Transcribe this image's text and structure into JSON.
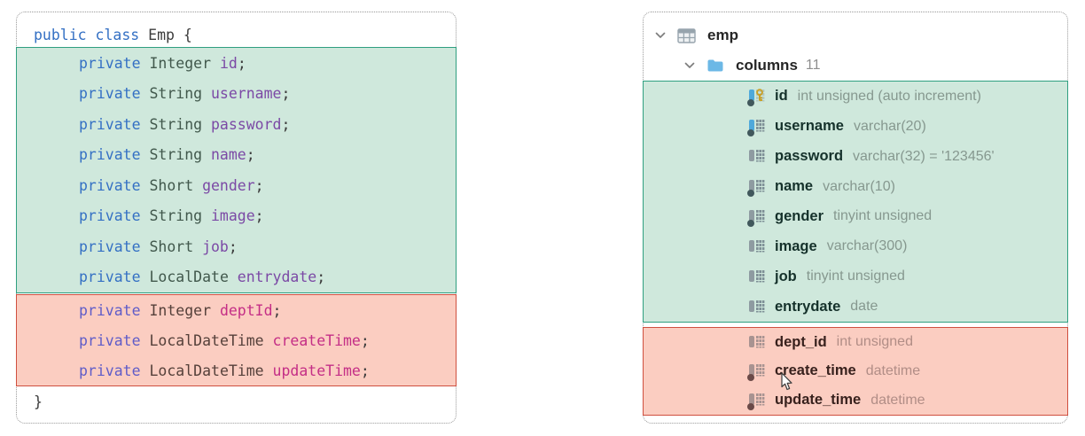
{
  "left_panel": {
    "class_declaration": {
      "keywords": "public class",
      "name": "Emp",
      "open_brace": "{"
    },
    "closing_brace": "}",
    "semicolon": ";",
    "green_fields": [
      {
        "keyword": "private",
        "type": "Integer",
        "name": "id"
      },
      {
        "keyword": "private",
        "type": "String",
        "name": "username"
      },
      {
        "keyword": "private",
        "type": "String",
        "name": "password"
      },
      {
        "keyword": "private",
        "type": "String",
        "name": "name"
      },
      {
        "keyword": "private",
        "type": "Short",
        "name": "gender"
      },
      {
        "keyword": "private",
        "type": "String",
        "name": "image"
      },
      {
        "keyword": "private",
        "type": "Short",
        "name": "job"
      },
      {
        "keyword": "private",
        "type": "LocalDate",
        "name": "entrydate"
      }
    ],
    "red_fields": [
      {
        "keyword": "private",
        "type": "Integer",
        "name": "deptId"
      },
      {
        "keyword": "private",
        "type": "LocalDateTime",
        "name": "createTime"
      },
      {
        "keyword": "private",
        "type": "LocalDateTime",
        "name": "updateTime"
      }
    ]
  },
  "right_panel": {
    "table_node": {
      "label": "emp",
      "icon": "table-icon",
      "expanded": true
    },
    "columns_node": {
      "label": "columns",
      "count": "11",
      "icon": "folder-icon",
      "expanded": true
    },
    "green_columns": [
      {
        "name": "id",
        "type": "int unsigned (auto increment)",
        "primary_key": true,
        "indexed": true,
        "not_null": true
      },
      {
        "name": "username",
        "type": "varchar(20)",
        "primary_key": false,
        "indexed": true,
        "not_null": true
      },
      {
        "name": "password",
        "type": "varchar(32) = '123456'",
        "primary_key": false,
        "indexed": false,
        "not_null": false
      },
      {
        "name": "name",
        "type": "varchar(10)",
        "primary_key": false,
        "indexed": false,
        "not_null": true
      },
      {
        "name": "gender",
        "type": "tinyint unsigned",
        "primary_key": false,
        "indexed": false,
        "not_null": true
      },
      {
        "name": "image",
        "type": "varchar(300)",
        "primary_key": false,
        "indexed": false,
        "not_null": false
      },
      {
        "name": "job",
        "type": "tinyint unsigned",
        "primary_key": false,
        "indexed": false,
        "not_null": false
      },
      {
        "name": "entrydate",
        "type": "date",
        "primary_key": false,
        "indexed": false,
        "not_null": false
      }
    ],
    "red_columns": [
      {
        "name": "dept_id",
        "type": "int unsigned",
        "primary_key": false,
        "indexed": false,
        "not_null": false
      },
      {
        "name": "create_time",
        "type": "datetime",
        "primary_key": false,
        "indexed": false,
        "not_null": true
      },
      {
        "name": "update_time",
        "type": "datetime",
        "primary_key": false,
        "indexed": false,
        "not_null": true
      }
    ]
  },
  "colors": {
    "green_highlight_bg": "#cfe8dc",
    "green_highlight_border": "#2f9f80",
    "red_highlight_bg": "#fbcdc1",
    "red_highlight_border": "#cf4f3f",
    "keyword_blue": "#3470c4",
    "field_purple": "#7b49a5",
    "field_magenta": "#c42e86",
    "type_gray": "#86988f",
    "folder_blue": "#6cb8e6",
    "key_gold": "#c9a128"
  }
}
